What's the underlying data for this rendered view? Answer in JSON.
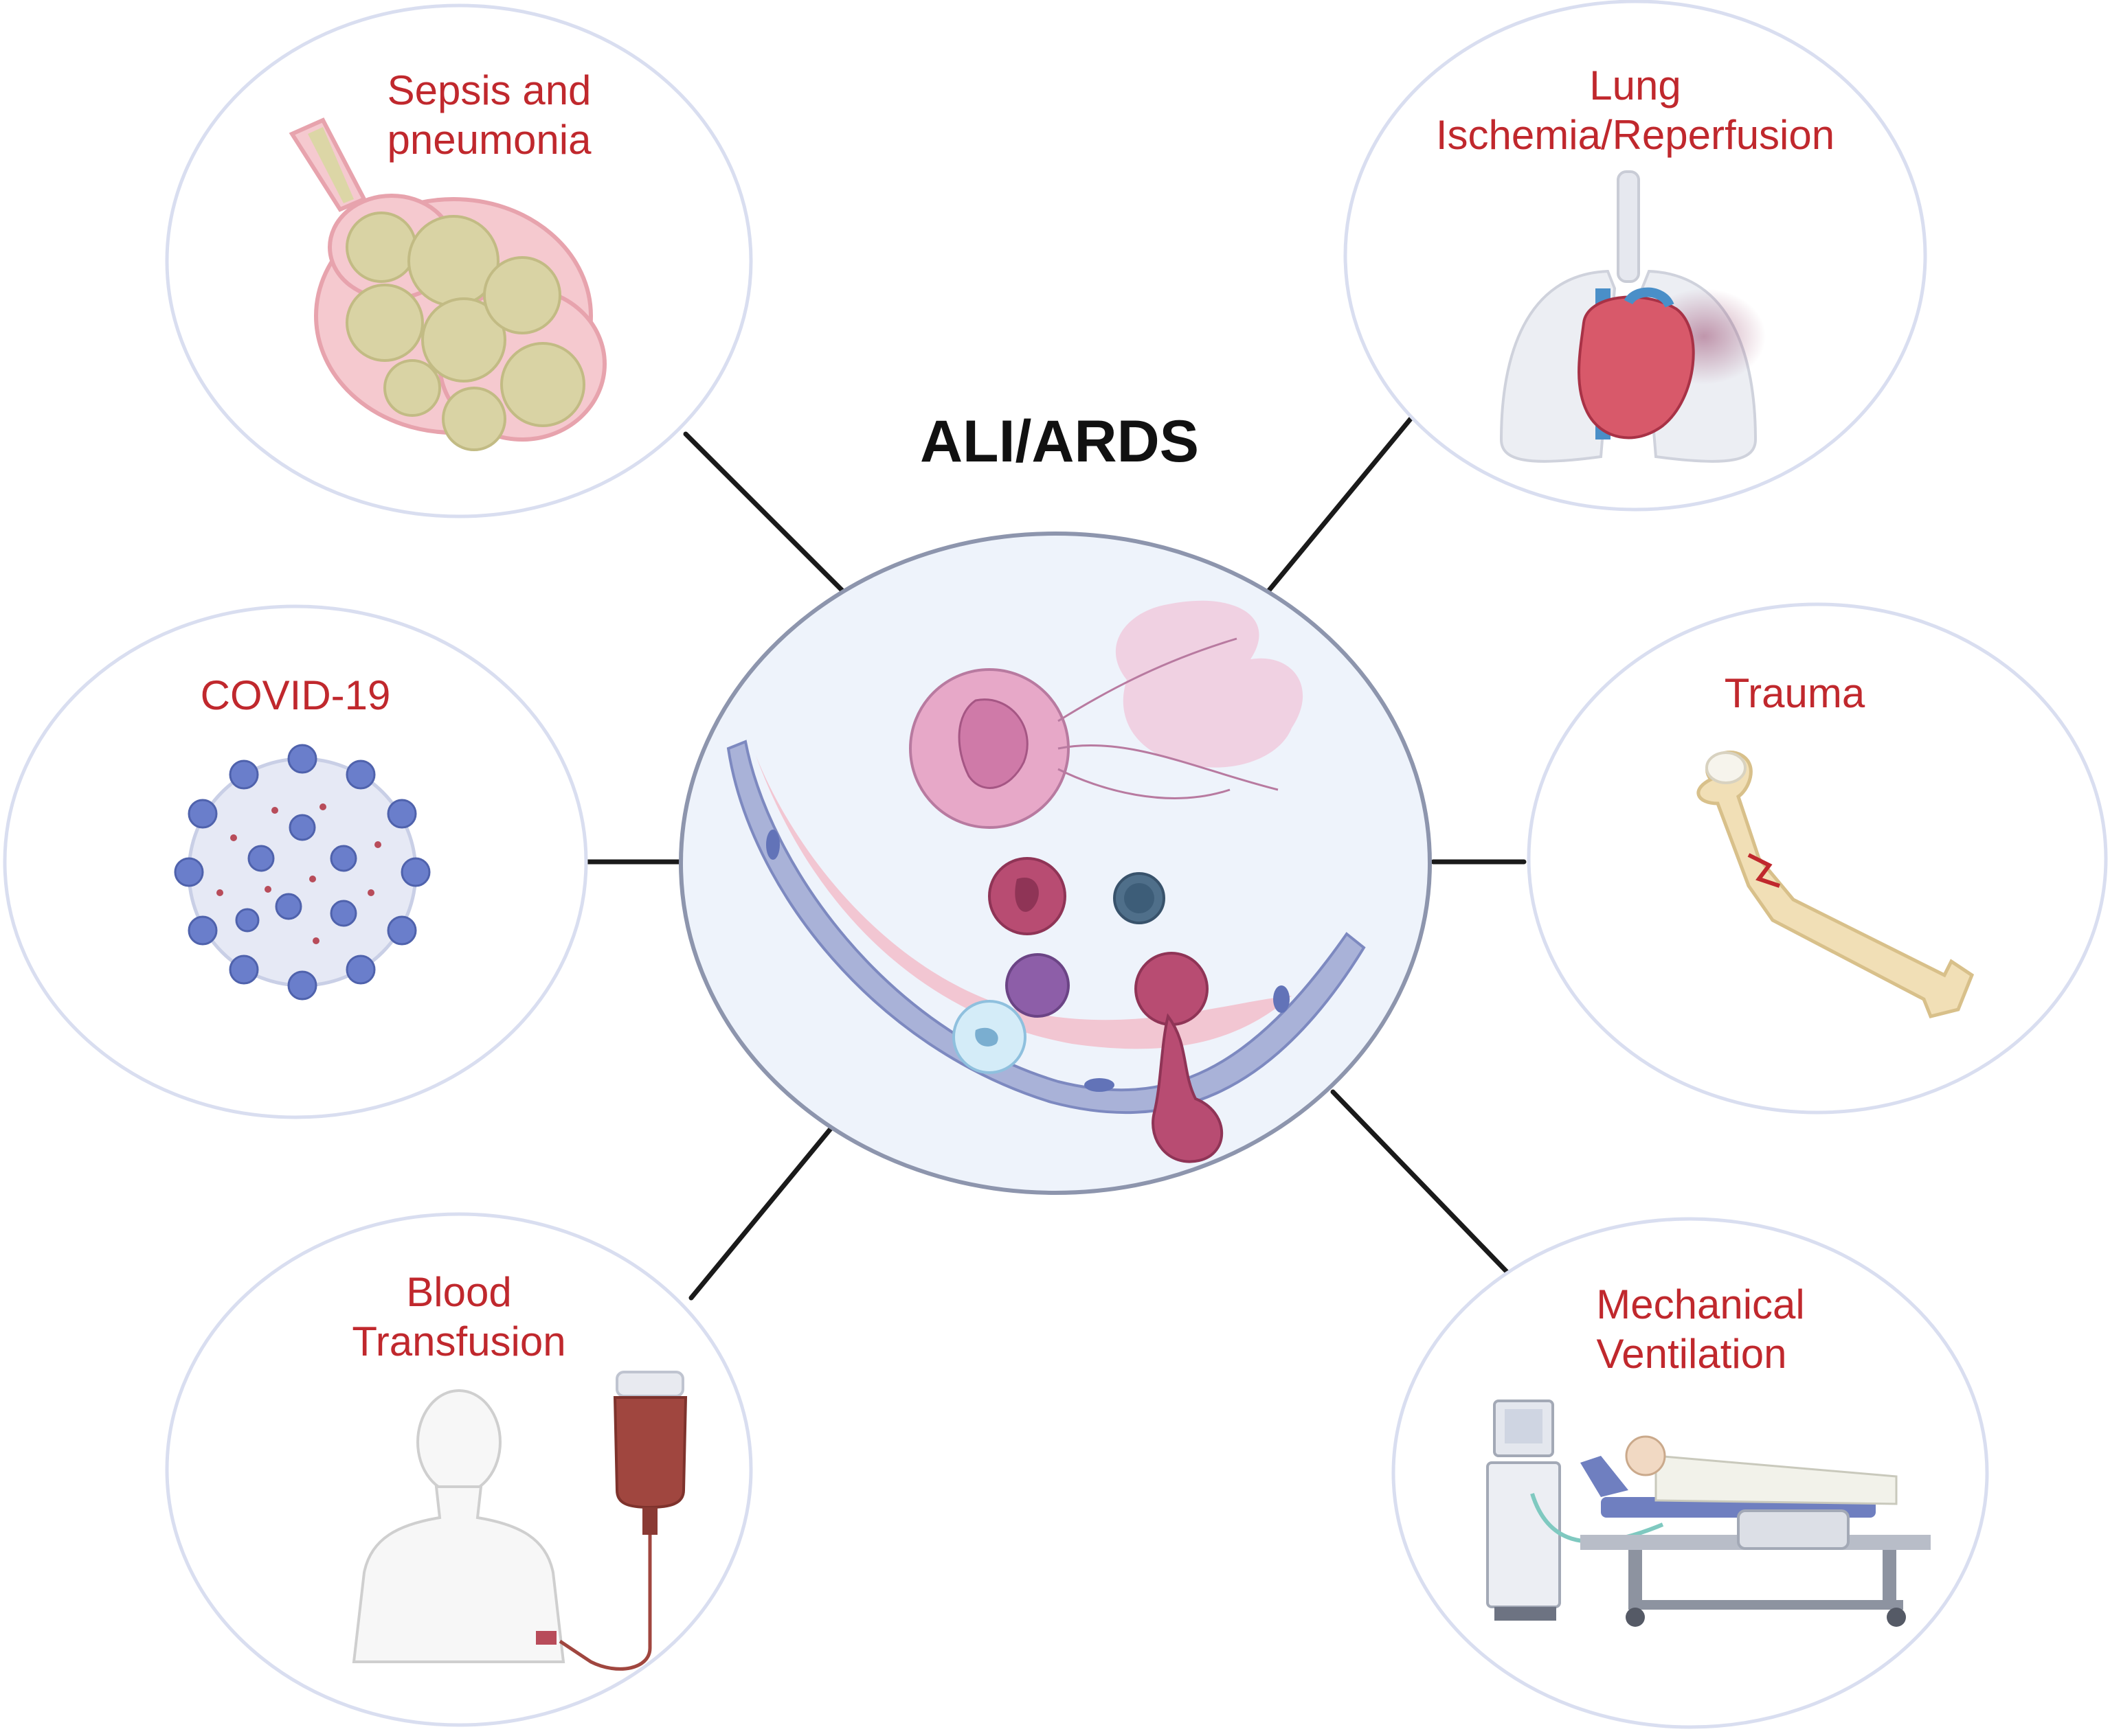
{
  "title": "ALI/ARDS",
  "causes": {
    "sepsis": {
      "line1": "Sepsis and",
      "line2": "pneumonia"
    },
    "lung_ir": {
      "line1": "Lung",
      "line2": "Ischemia/Reperfusion"
    },
    "covid": {
      "line1": "COVID-19"
    },
    "trauma": {
      "line1": "Trauma"
    },
    "transfusion": {
      "line1": "Blood",
      "line2": "Transfusion"
    },
    "ventilation": {
      "line1": "Mechanical",
      "line2": "Ventilation"
    }
  },
  "colors": {
    "caption": "#c0282d",
    "title": "#111111",
    "connector": "#1a1a1a",
    "ring": "#d9def0",
    "center_fill": "#eef3fb",
    "vessel": "#a9b2d8",
    "tissue_pink": "#f2c6d2",
    "neutrophil": "#b84c72",
    "virus_blue": "#6a7ecb",
    "blood": "#a0463f",
    "alveoli": "#d9d3a4",
    "bone": "#f1dfb6"
  },
  "icons": [
    "alveoli-illustration",
    "lungs-heart-illustration",
    "coronavirus-icon",
    "fractured-femur-icon",
    "iv-blood-bag-icon",
    "ventilator-bed-icon",
    "immune-cells-illustration"
  ]
}
